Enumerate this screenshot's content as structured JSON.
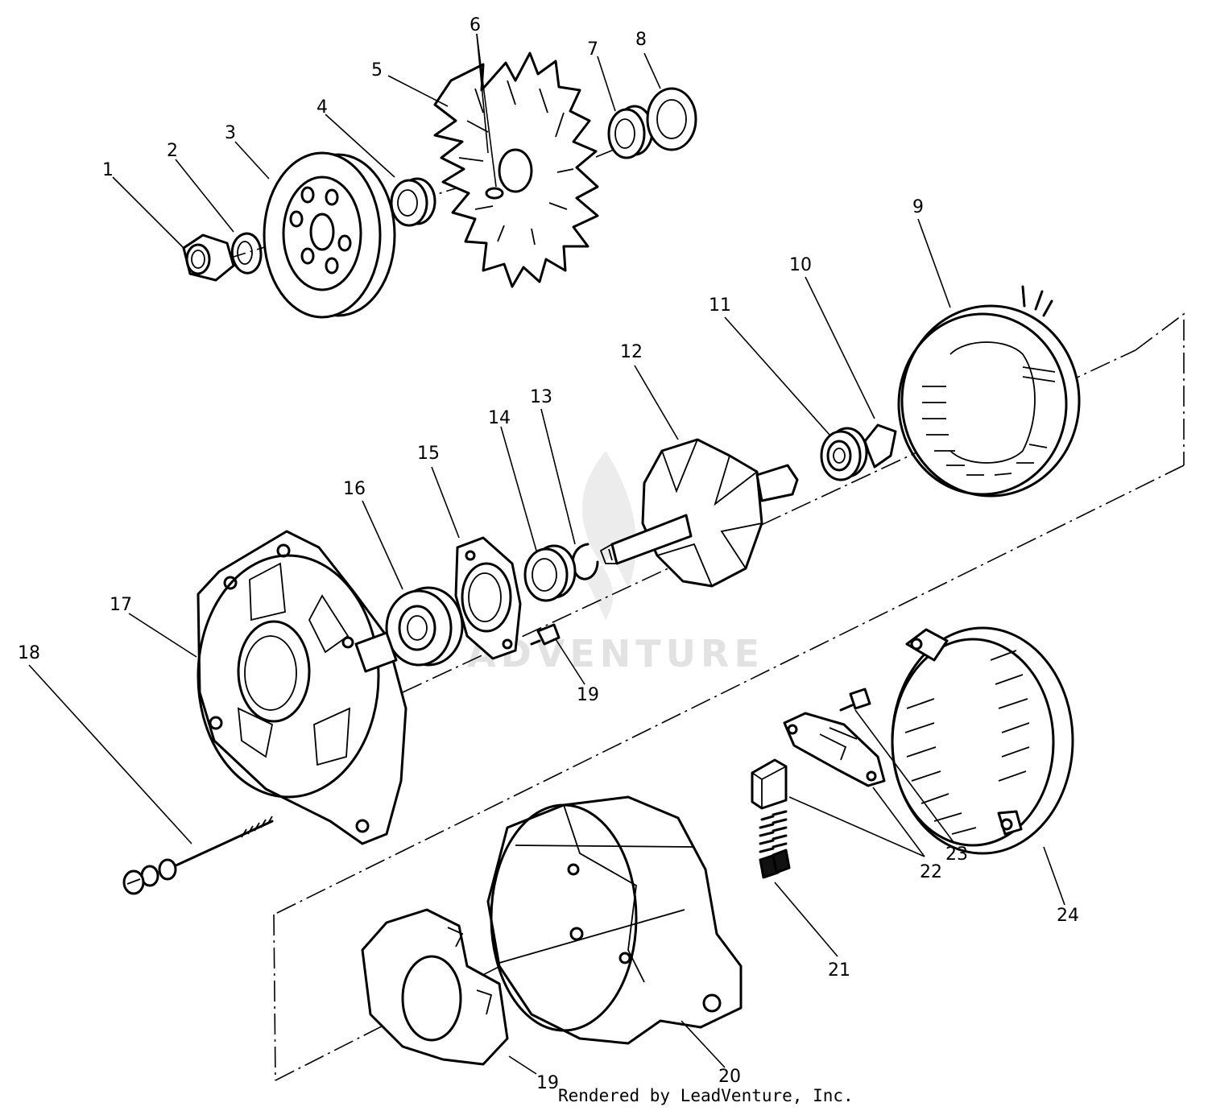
{
  "watermark": {
    "text": "ADVENTURE"
  },
  "footer": {
    "credit": "Rendered by LeadVenture, Inc."
  },
  "callouts": [
    {
      "id": "c1",
      "label": "1"
    },
    {
      "id": "c2",
      "label": "2"
    },
    {
      "id": "c3",
      "label": "3"
    },
    {
      "id": "c4",
      "label": "4"
    },
    {
      "id": "c5",
      "label": "5"
    },
    {
      "id": "c6",
      "label": "6"
    },
    {
      "id": "c7",
      "label": "7"
    },
    {
      "id": "c8",
      "label": "8"
    },
    {
      "id": "c9",
      "label": "9"
    },
    {
      "id": "c10",
      "label": "10"
    },
    {
      "id": "c11",
      "label": "11"
    },
    {
      "id": "c12",
      "label": "12"
    },
    {
      "id": "c13",
      "label": "13"
    },
    {
      "id": "c14",
      "label": "14"
    },
    {
      "id": "c15",
      "label": "15"
    },
    {
      "id": "c16",
      "label": "16"
    },
    {
      "id": "c17",
      "label": "17"
    },
    {
      "id": "c18",
      "label": "18"
    },
    {
      "id": "c19a",
      "label": "19"
    },
    {
      "id": "c19b",
      "label": "19"
    },
    {
      "id": "c20",
      "label": "20"
    },
    {
      "id": "c21",
      "label": "21"
    },
    {
      "id": "c22",
      "label": "22"
    },
    {
      "id": "c23",
      "label": "23"
    },
    {
      "id": "c24",
      "label": "24"
    }
  ]
}
